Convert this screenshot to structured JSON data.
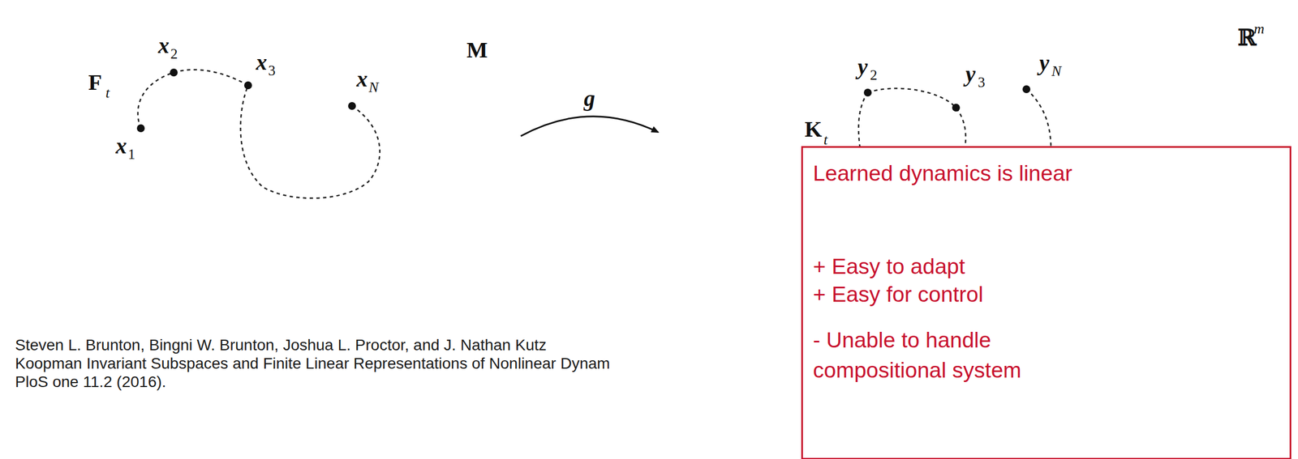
{
  "diagram": {
    "nodes": [
      {
        "text": [
          "M"
        ]
      },
      {
        "text": [
          "ℝ",
          "m"
        ]
      },
      {
        "text": [
          "Learned dynamics is linear",
          "+ Easy to adapt",
          "+ Easy for control",
          "- Unable to handle compositional system"
        ]
      }
    ],
    "edges": [
      {
        "from": 0,
        "to": 1,
        "label": "g",
        "arrow": "to"
      }
    ],
    "labels": [
      "F",
      "t",
      "x",
      "1",
      "x",
      "2",
      "x",
      "3",
      "x",
      "N",
      "K",
      "t",
      "y",
      "2",
      "y",
      "3",
      "y",
      "N",
      "Steven L. Brunton, Bingni W. Brunton, Joshua L. Proctor, and J. Nathan Kutz",
      "Koopman Invariant Subspaces and Finite Linear Representations of Nonlinear Dynam",
      "PloS one 11.2 (2016)."
    ]
  }
}
